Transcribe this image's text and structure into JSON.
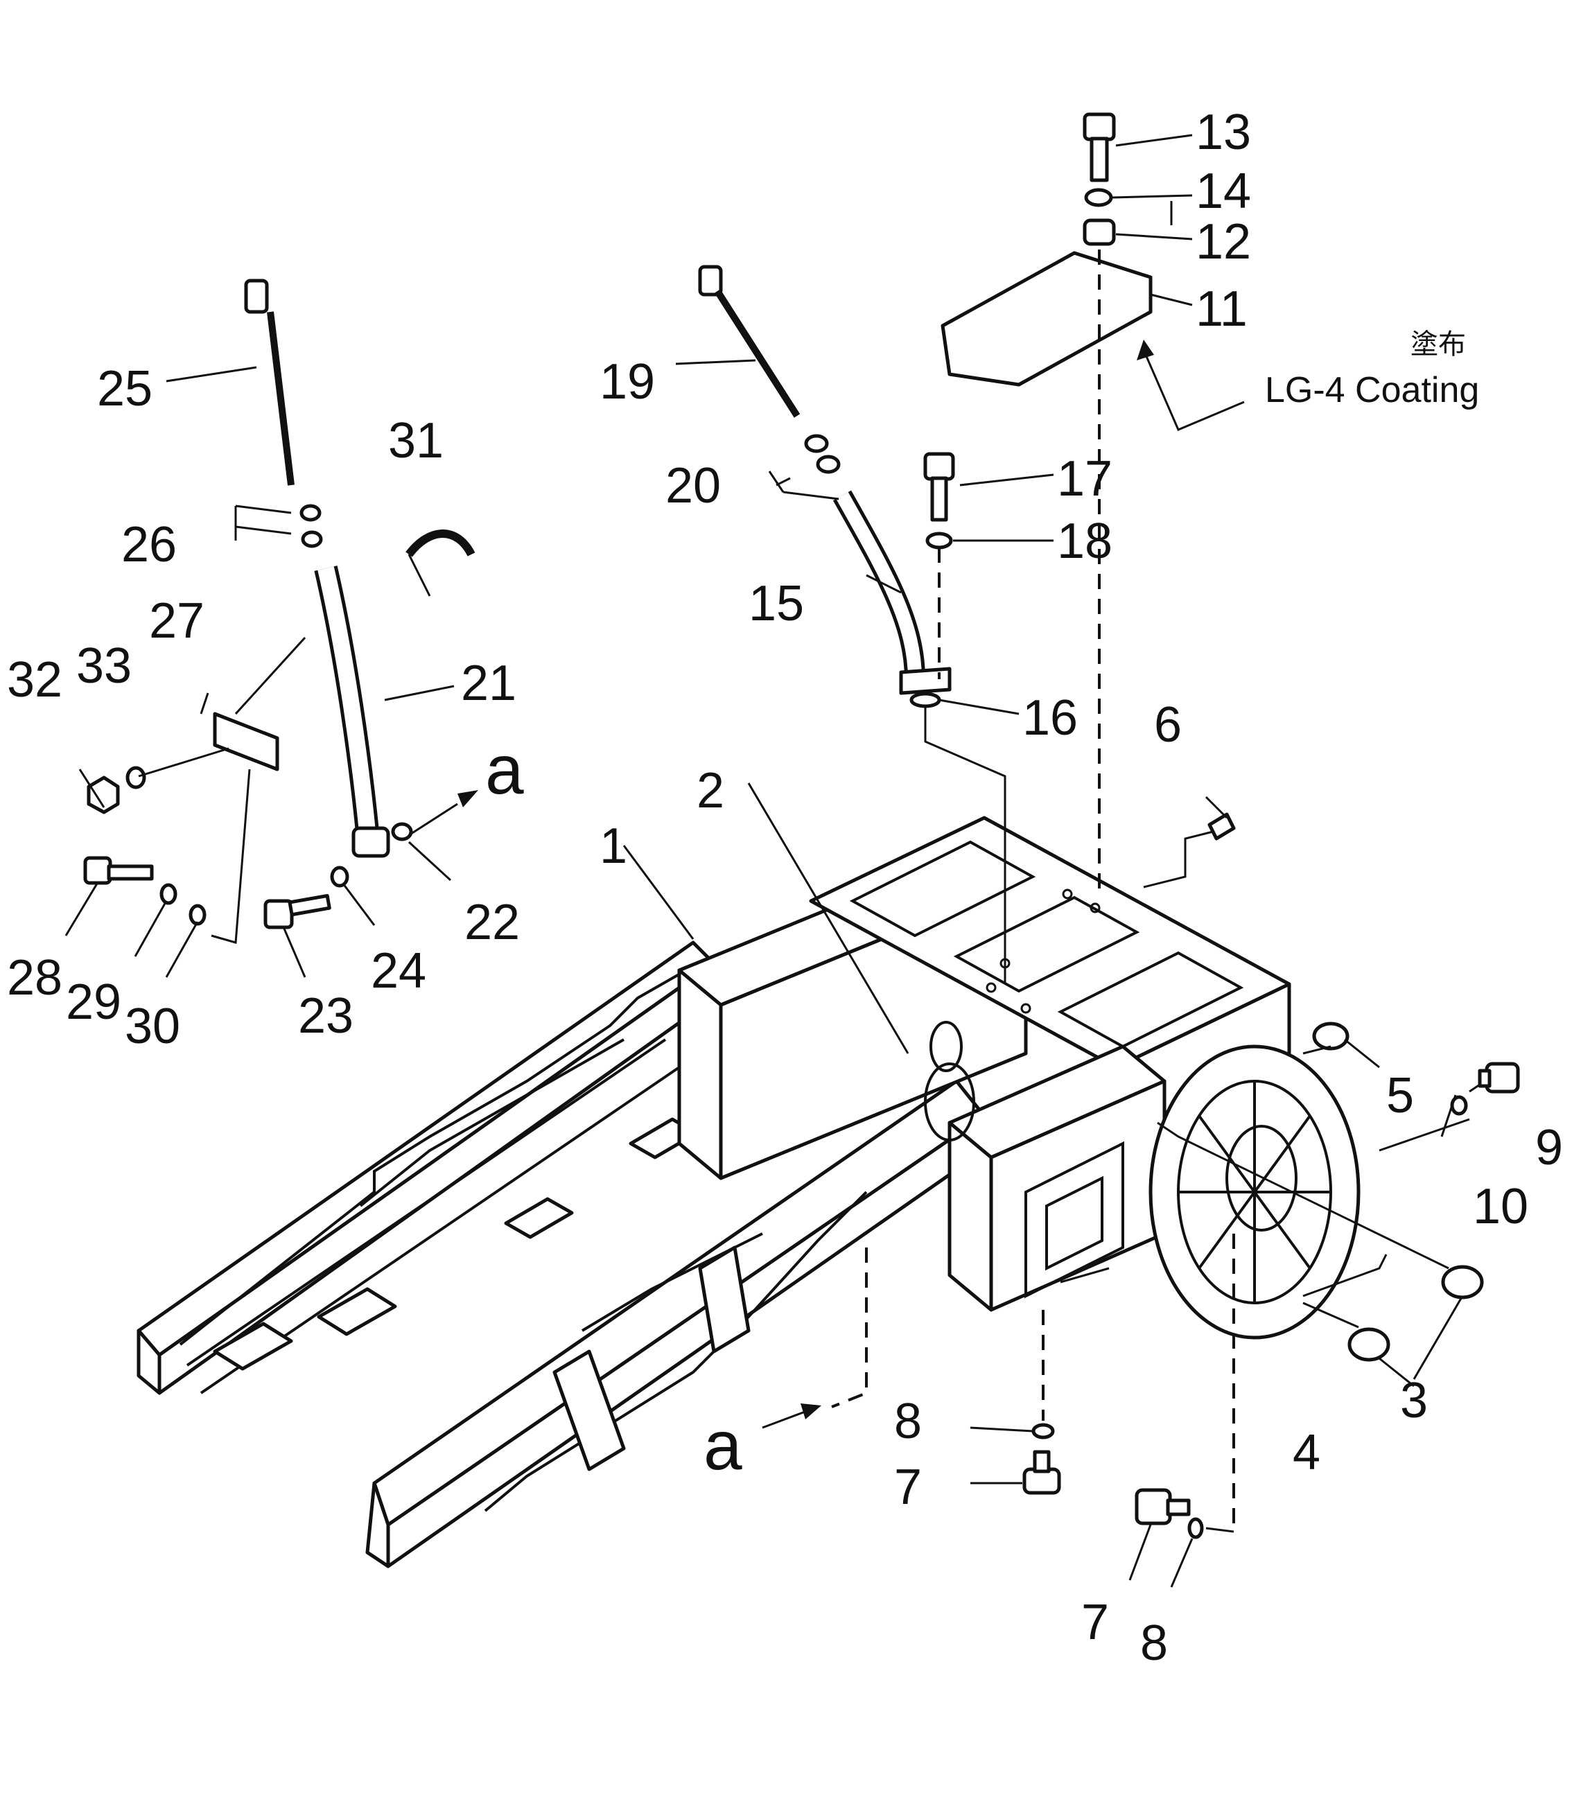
{
  "diagram": {
    "callouts": {
      "c1": "1",
      "c2": "2",
      "c3": "3",
      "c4": "4",
      "c5": "5",
      "c6": "6",
      "c7a": "7",
      "c7b": "7",
      "c8a": "8",
      "c8b": "8",
      "c9": "9",
      "c10": "10",
      "c11": "11",
      "c12": "12",
      "c13": "13",
      "c14": "14",
      "c15": "15",
      "c16": "16",
      "c17": "17",
      "c18": "18",
      "c19": "19",
      "c20": "20",
      "c21": "21",
      "c22": "22",
      "c23": "23",
      "c24": "24",
      "c25": "25",
      "c26": "26",
      "c27": "27",
      "c28": "28",
      "c29": "29",
      "c30": "30",
      "c31": "31",
      "c32": "32",
      "c33": "33"
    },
    "view_markers": {
      "upper": "a",
      "lower": "a"
    },
    "coating_note": {
      "japanese": "塗布",
      "english": "LG-4 Coating"
    }
  }
}
